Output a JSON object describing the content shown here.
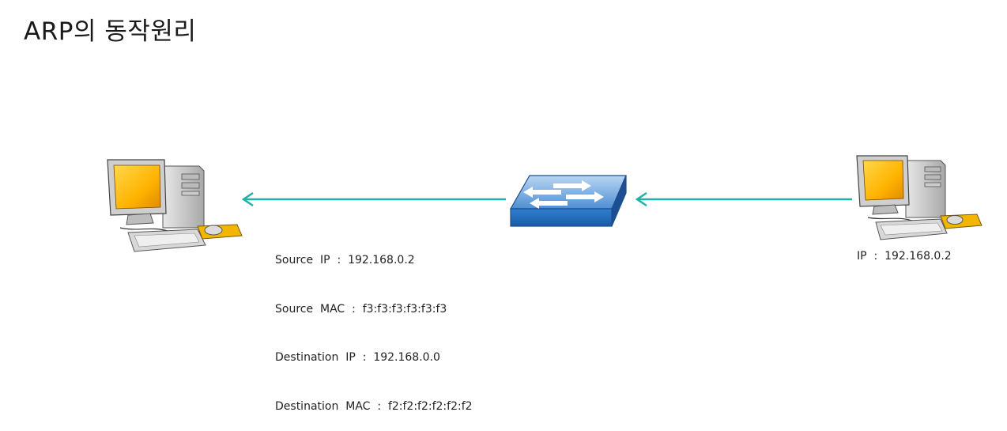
{
  "title": "ARP의 동작원리",
  "packet_info": {
    "source_ip": "Source  IP  :  192.168.0.2",
    "source_mac": "Source  MAC  :  f3:f3:f3:f3:f3:f3",
    "destination_ip": "Destination  IP  :  192.168.0.0",
    "destination_mac": "Destination  MAC  :  f2:f2:f2:f2:f2:f2"
  },
  "right_host": {
    "ip": "IP  :  192.168.0.2"
  },
  "colors": {
    "arrow": "#20b2a6",
    "switch_top": "#6fa8e0",
    "switch_front": "#1f6fc1",
    "monitor_screen": "#ffb800"
  },
  "icons": [
    "desktop-computer-icon",
    "network-switch-icon",
    "desktop-computer-icon"
  ]
}
